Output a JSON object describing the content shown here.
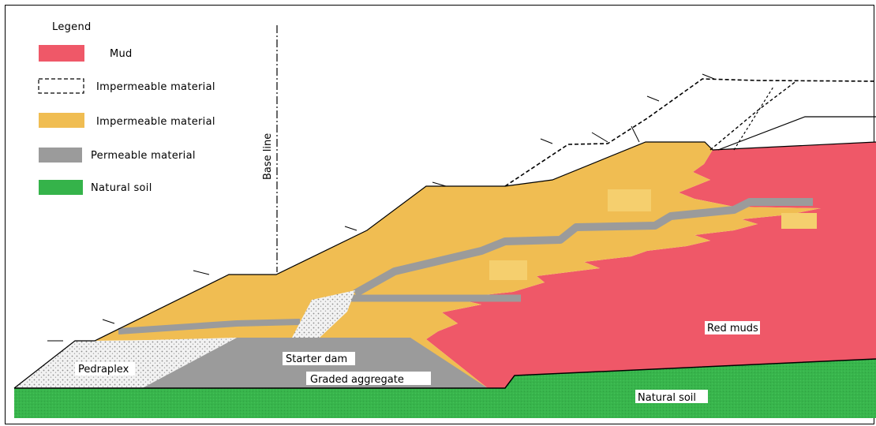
{
  "legend": {
    "title": "Legend",
    "items": [
      {
        "label": "Mud",
        "icon": "mud-swatch",
        "color": "#ef5868"
      },
      {
        "label": "Impermeable material",
        "icon": "dashed-outline-swatch",
        "color": "#000000"
      },
      {
        "label": "Impermeable material",
        "icon": "impermeable-swatch",
        "color": "#f0bd52"
      },
      {
        "label": "Permeable material",
        "icon": "permeable-swatch",
        "color": "#9b9b9b"
      },
      {
        "label": "Natural soil",
        "icon": "natural-soil-swatch",
        "color": "#35b34a"
      }
    ]
  },
  "base_line_label": "Base line",
  "labels": {
    "pedraplex": "Pedraplex",
    "starter_dam": "Starter dam",
    "graded_aggregate": "Graded aggregate",
    "red_muds": "Red muds",
    "natural_soil": "Natural soil"
  },
  "colors": {
    "mud": "#ef5868",
    "impermeable": "#f0bd52",
    "permeable": "#9b9b9b",
    "natural_soil": "#35b34a",
    "pedraplex": "#e6e6e6"
  }
}
